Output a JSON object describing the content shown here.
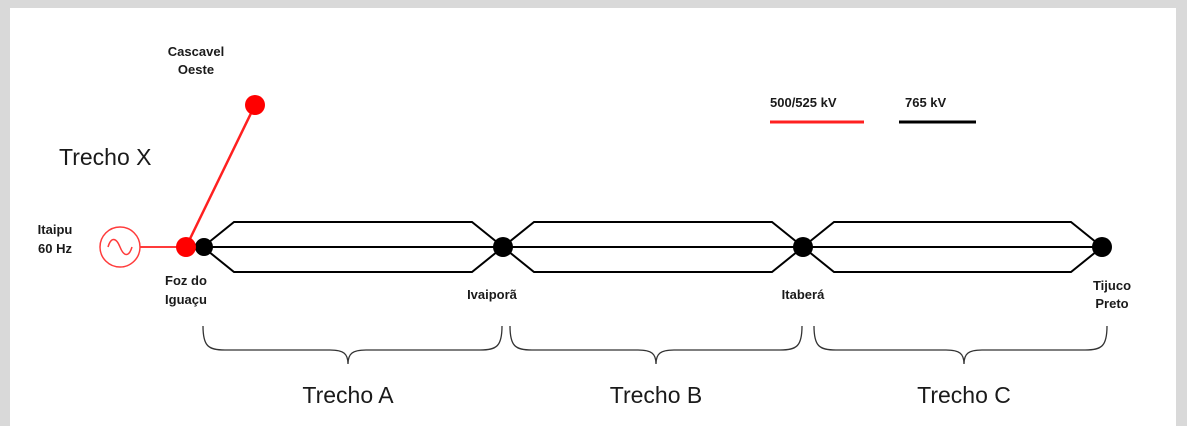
{
  "colors": {
    "line_500kv": "#ff2020",
    "line_765kv": "#000000",
    "node_765kv": "#000000",
    "node_red": "#ff0000",
    "generator": "#ff3b3b"
  },
  "legend": {
    "red_label": "500/525 kV",
    "black_label": "765 kV"
  },
  "stations": {
    "cascavel_line1": "Cascavel",
    "cascavel_line2": "Oeste",
    "itaipu_line1": "Itaipu",
    "itaipu_line2": "60 Hz",
    "foz_line1": "Foz do",
    "foz_line2": "Iguaçu",
    "ivaipora": "Ivaiporã",
    "itabera": "Itaberá",
    "tijuco_line1": "Tijuco",
    "tijuco_line2": "Preto"
  },
  "sections": {
    "x": "Trecho X",
    "a": "Trecho A",
    "b": "Trecho B",
    "c": "Trecho C"
  },
  "icons": {
    "generator": "ac-generator-icon"
  }
}
